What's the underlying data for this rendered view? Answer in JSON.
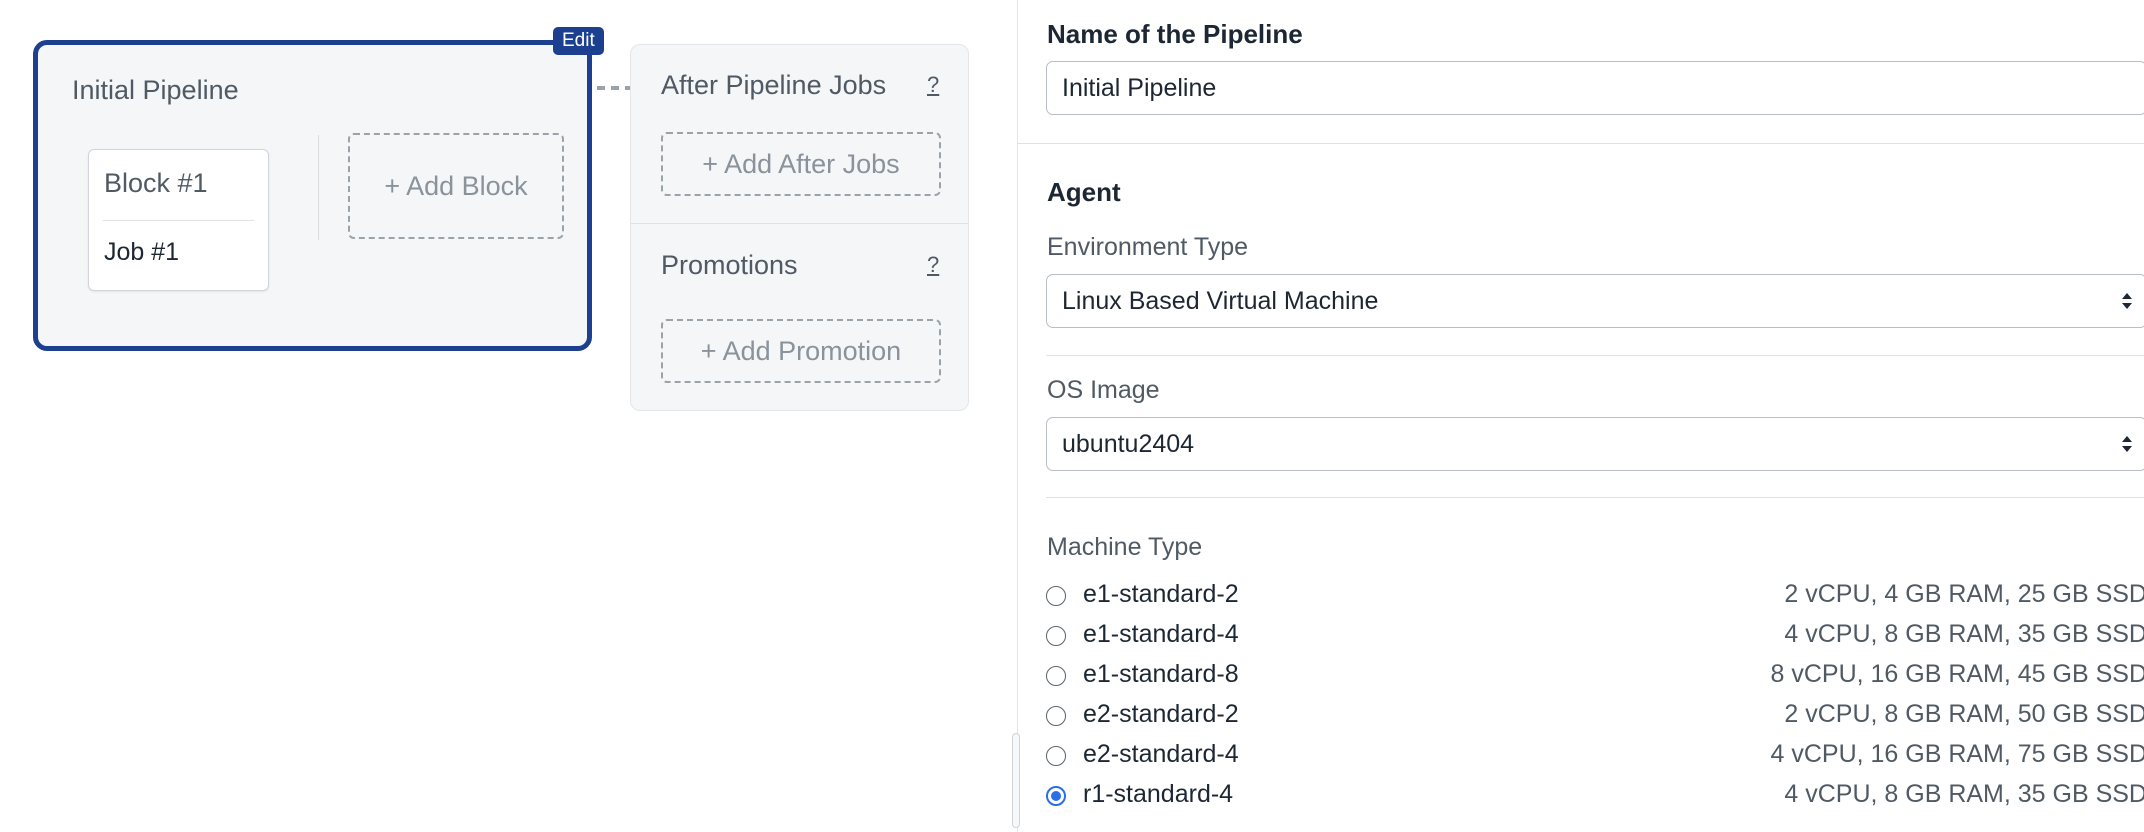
{
  "workflow": {
    "edit_label": "Edit",
    "pipeline_title": "Initial Pipeline",
    "block": {
      "title": "Block #1",
      "job": "Job #1"
    },
    "add_block_label": "+ Add Block",
    "after_jobs": {
      "title": "After Pipeline Jobs",
      "help": "?",
      "button": "+ Add After Jobs"
    },
    "promotions": {
      "title": "Promotions",
      "help": "?",
      "button": "+ Add Promotion"
    }
  },
  "settings": {
    "name_heading": "Name of the Pipeline",
    "name_value": "Initial Pipeline",
    "agent_heading": "Agent",
    "environment_label": "Environment Type",
    "environment_value": "Linux Based Virtual Machine",
    "os_label": "OS Image",
    "os_value": "ubuntu2404",
    "machine_label": "Machine Type",
    "machines": [
      {
        "name": "e1-standard-2",
        "spec": "2 vCPU, 4 GB RAM, 25 GB SSD",
        "selected": false
      },
      {
        "name": "e1-standard-4",
        "spec": "4 vCPU, 8 GB RAM, 35 GB SSD",
        "selected": false
      },
      {
        "name": "e1-standard-8",
        "spec": "8 vCPU, 16 GB RAM, 45 GB SSD",
        "selected": false
      },
      {
        "name": "e2-standard-2",
        "spec": "2 vCPU, 8 GB RAM, 50 GB SSD",
        "selected": false
      },
      {
        "name": "e2-standard-4",
        "spec": "4 vCPU, 16 GB RAM, 75 GB SSD",
        "selected": false
      },
      {
        "name": "r1-standard-4",
        "spec": "4 vCPU, 8 GB RAM, 35 GB SSD",
        "selected": true
      }
    ]
  },
  "colors": {
    "accent": "#1c3f8f",
    "radio_selected": "#2a6ee8"
  }
}
